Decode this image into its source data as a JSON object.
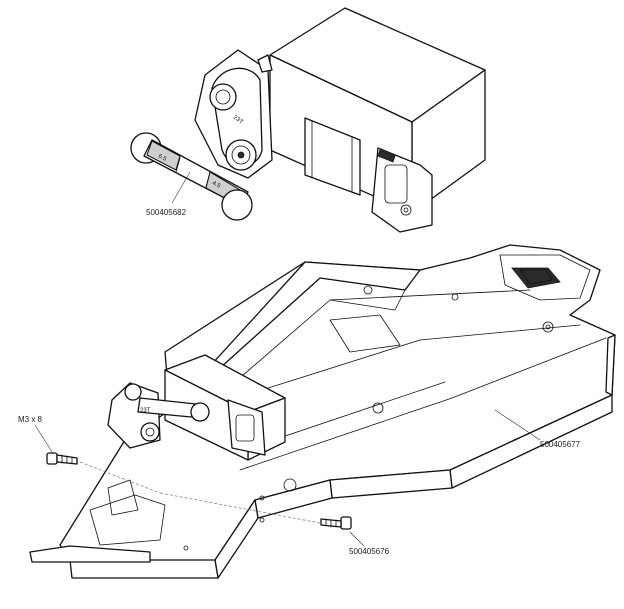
{
  "parts": [
    {
      "id": "link",
      "part_number": "500405682"
    },
    {
      "id": "chassis",
      "part_number": "500405677"
    },
    {
      "id": "screw",
      "part_number": "500405676"
    },
    {
      "id": "screw-size",
      "part_number": "M3 x 8"
    }
  ]
}
